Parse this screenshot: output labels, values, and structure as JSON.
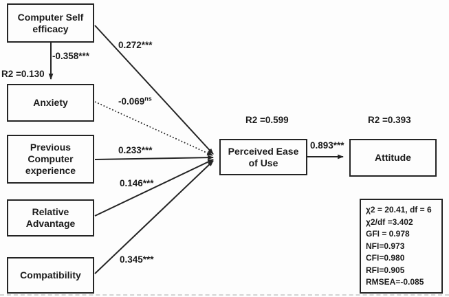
{
  "diagram": {
    "boxes": {
      "cse": "Computer Self\nefficacy",
      "anxiety": "Anxiety",
      "pce": "Previous\nComputer\nexperience",
      "ra": "Relative\nAdvantage",
      "compat": "Compatibility",
      "peou": "Perceived Ease\nof Use",
      "attitude": "Attitude"
    },
    "r2": {
      "anxiety": "R2 =0.130",
      "peou": "R2 =0.599",
      "attitude": "R2 =0.393"
    },
    "paths": {
      "cse_peou": "0.272***",
      "cse_anxiety": "-0.358***",
      "anxiety_peou": {
        "value": "-0.069",
        "sig": "ns"
      },
      "pce_peou": "0.233***",
      "ra_peou": "0.146***",
      "compat_peou": "0.345***",
      "peou_attitude": "0.893***"
    },
    "fit_stats": {
      "lines": [
        "χ2 = 20.41,  df = 6",
        "χ2/df =3.402",
        "GFI = 0.978",
        "NFI=0.973",
        "CFI=0.980",
        "RFI=0.905",
        "RMSEA=-0.085"
      ]
    },
    "colors": {
      "line": "#242424",
      "text": "#1b1b1b",
      "background": "#fdfdfd"
    }
  }
}
